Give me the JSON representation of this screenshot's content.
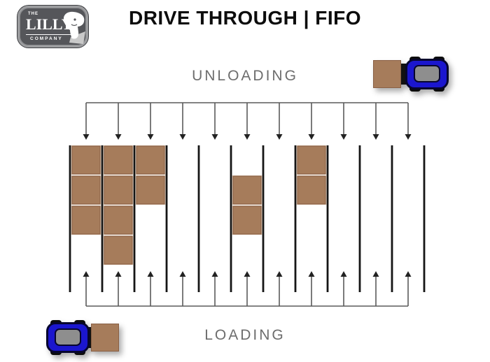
{
  "title": "DRIVE THROUGH | FIFO",
  "logo": {
    "line_top": "THE",
    "name": "LILLY",
    "line_bottom": "COMPANY"
  },
  "flow_labels": {
    "top": "UNLOADING",
    "bottom": "LOADING"
  },
  "colors": {
    "title_text": "#0c0c0c",
    "label_text": "#6d6d6d",
    "pallet": "#A67C5B",
    "pallet_border": "#8A6045",
    "pallet_halo": "#F0DDC9",
    "lane_line": "#151515",
    "arrow": "#5a5a5a",
    "arrowhead": "#222222",
    "forklift_body": "#1B16CE",
    "forklift_outline": "#07062e",
    "forklift_cab": "#8E8E8E",
    "wheel": "#0c0c0c",
    "logo_bg": "#55565A",
    "logo_ring": "#9C9D9F"
  },
  "diagram": {
    "lane_count": 11,
    "rows_per_lane": 4,
    "flow_top_to_bottom": true,
    "lanes": [
      {
        "id": 1,
        "pallet_rows": [
          1,
          2,
          3
        ]
      },
      {
        "id": 2,
        "pallet_rows": [
          1,
          2,
          3,
          4
        ]
      },
      {
        "id": 3,
        "pallet_rows": [
          1,
          2
        ]
      },
      {
        "id": 4,
        "pallet_rows": []
      },
      {
        "id": 5,
        "pallet_rows": []
      },
      {
        "id": 6,
        "pallet_rows": [
          2,
          3
        ]
      },
      {
        "id": 7,
        "pallet_rows": []
      },
      {
        "id": 8,
        "pallet_rows": [
          1,
          2
        ]
      },
      {
        "id": 9,
        "pallet_rows": []
      },
      {
        "id": 10,
        "pallet_rows": []
      },
      {
        "id": 11,
        "pallet_rows": []
      }
    ],
    "total_pallets": 13
  },
  "forklifts": [
    {
      "position": "top-right",
      "carrying_pallet": true,
      "role": "unloading"
    },
    {
      "position": "bottom-left",
      "carrying_pallet": true,
      "role": "loading"
    }
  ]
}
